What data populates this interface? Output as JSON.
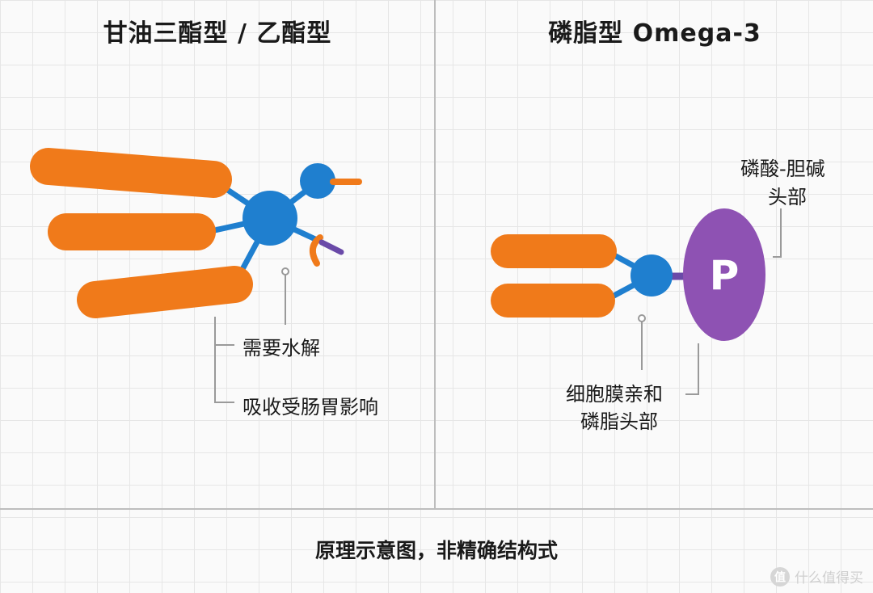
{
  "titles": {
    "left": "甘油三酯型 / 乙酯型",
    "right": "磷脂型 Omega-3"
  },
  "left_panel": {
    "labels": {
      "hydrolysis": "需要水解",
      "absorption": "吸收受肠胃影响"
    }
  },
  "right_panel": {
    "head_letter": "P",
    "labels": {
      "head_line1": "磷酸-胆碱",
      "head_line2": "头部",
      "affinity_line1": "细胞膜亲和",
      "affinity_line2": "磷脂头部"
    }
  },
  "footer_note": "原理示意图，非精确结构式",
  "watermark": {
    "logo": "值",
    "text": "什么值得买"
  },
  "colors": {
    "tail": "#f07a1a",
    "node": "#1f7fcf",
    "head": "#8e52b3",
    "accent_purple": "#6a4aa8",
    "leader": "#9a9a9a"
  }
}
